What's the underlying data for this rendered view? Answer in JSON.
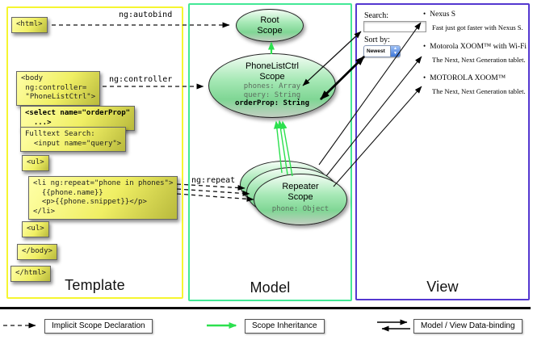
{
  "panels": {
    "template": {
      "label": "Template"
    },
    "model": {
      "label": "Model"
    },
    "view": {
      "label": "View"
    }
  },
  "arrow_labels": {
    "autobind": "ng:autobind",
    "controller": "ng:controller",
    "repeat": "ng:repeat"
  },
  "code": {
    "html_open": "<html>",
    "body_open": "<body\n ng:controller=\n \"PhoneListCtrl\">",
    "select": "<select name=\"orderProp\"\n  ...>",
    "fulltext": "Fulltext Search:\n  <input name=\"query\">",
    "ul_first": "<ul>",
    "li_repeat": "<li ng:repeat=\"phone in phones\">\n  {{phone.name}}\n  <p>{{phone.snippet}}</p>\n</li>",
    "ul_second": "<ul>",
    "body_close": "</body>",
    "html_close": "</html>"
  },
  "scopes": {
    "root": {
      "title": "Root\nScope"
    },
    "phonelist": {
      "title": "PhoneListCtrl\nScope",
      "props_plain": "phones: Array\nquery: String",
      "prop_bold": "orderProp: String"
    },
    "repeater": {
      "title": "Repeater\nScope",
      "prop": "phone: Object"
    }
  },
  "view": {
    "search_label": "Search:",
    "search_value": "",
    "sort_label": "Sort by:",
    "sort_value": "Newest",
    "items": [
      {
        "bullet": "•",
        "title": "Nexus S",
        "desc": "Fast just got faster with Nexus S."
      },
      {
        "bullet": "•",
        "title": "Motorola XOOM™ with Wi-Fi",
        "desc": "The Next, Next Generation tablet."
      },
      {
        "bullet": "•",
        "title": "MOTOROLA XOOM™",
        "desc": "The Next, Next Generation tablet."
      }
    ]
  },
  "legend": {
    "implicit": "Implicit Scope Declaration",
    "inheritance": "Scope Inheritance",
    "binding": "Model / View Data-binding"
  },
  "colors": {
    "template_border": "#f6f630",
    "model_border": "#43e896",
    "view_border": "#5438d0",
    "green_arrow": "#2ce04e",
    "box_yellow": "#f0ef64",
    "scope_green": "#a8e9b7"
  }
}
